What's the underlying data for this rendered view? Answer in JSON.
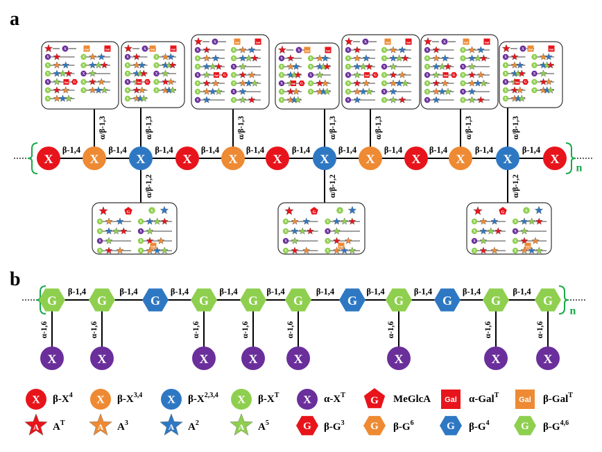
{
  "panel_a": {
    "label": "a",
    "repeat": "n",
    "backbone": [
      {
        "letter": "X",
        "kind": "red"
      },
      {
        "letter": "X",
        "kind": "orange"
      },
      {
        "letter": "X",
        "kind": "blue"
      },
      {
        "letter": "X",
        "kind": "red"
      },
      {
        "letter": "X",
        "kind": "orange"
      },
      {
        "letter": "X",
        "kind": "red"
      },
      {
        "letter": "X",
        "kind": "blue"
      },
      {
        "letter": "X",
        "kind": "orange"
      },
      {
        "letter": "X",
        "kind": "red"
      },
      {
        "letter": "X",
        "kind": "orange"
      },
      {
        "letter": "X",
        "kind": "blue"
      },
      {
        "letter": "X",
        "kind": "red"
      }
    ],
    "linkage": "β-1,4",
    "up_linkage": "α/β-1,3",
    "down_linkage": "α/β-1,2",
    "box_labels": [
      "X",
      "Gal",
      "G"
    ]
  },
  "panel_b": {
    "label": "b",
    "repeat": "n",
    "backbone": [
      {
        "letter": "G",
        "kind": "green",
        "branch": true
      },
      {
        "letter": "G",
        "kind": "green",
        "branch": true
      },
      {
        "letter": "G",
        "kind": "blue",
        "branch": false
      },
      {
        "letter": "G",
        "kind": "green",
        "branch": true
      },
      {
        "letter": "G",
        "kind": "green",
        "branch": true
      },
      {
        "letter": "G",
        "kind": "green",
        "branch": true
      },
      {
        "letter": "G",
        "kind": "blue",
        "branch": false
      },
      {
        "letter": "G",
        "kind": "green",
        "branch": true
      },
      {
        "letter": "G",
        "kind": "blue",
        "branch": false
      },
      {
        "letter": "G",
        "kind": "green",
        "branch": true
      },
      {
        "letter": "G",
        "kind": "green",
        "branch": true
      }
    ],
    "linkage": "β-1,4",
    "branch_linkage": "α-1,6",
    "branch_letter": "X"
  },
  "legend": {
    "row1": [
      {
        "sym": "X",
        "shape": "circle",
        "color": "#e8141b",
        "label": "β-X",
        "sup": "4"
      },
      {
        "sym": "X",
        "shape": "circle",
        "color": "#ee8a33",
        "label": "β-X",
        "sup": "3,4"
      },
      {
        "sym": "X",
        "shape": "circle",
        "color": "#2e78c3",
        "label": "β-X",
        "sup": "2,3,4"
      },
      {
        "sym": "X",
        "shape": "circle",
        "color": "#8fcf4f",
        "label": "β-X",
        "sup": "T"
      },
      {
        "sym": "X",
        "shape": "circle",
        "color": "#6a2f9b",
        "label": "α-X",
        "sup": "T"
      },
      {
        "sym": "G",
        "shape": "pentagon",
        "color": "#e8141b",
        "label": "MeGlcA",
        "sup": ""
      },
      {
        "sym": "Gal",
        "shape": "square",
        "color": "#e8141b",
        "label": "α-Gal",
        "sup": "T"
      },
      {
        "sym": "Gal",
        "shape": "square",
        "color": "#ee8a33",
        "label": "β-Gal",
        "sup": "T"
      }
    ],
    "row2": [
      {
        "sym": "A",
        "shape": "star",
        "color": "#e8141b",
        "label": "A",
        "sup": "T"
      },
      {
        "sym": "A",
        "shape": "star",
        "color": "#ee8a33",
        "label": "A",
        "sup": "3"
      },
      {
        "sym": "A",
        "shape": "star",
        "color": "#2e78c3",
        "label": "A",
        "sup": "2"
      },
      {
        "sym": "A",
        "shape": "star",
        "color": "#8fcf4f",
        "label": "A",
        "sup": "5"
      },
      {
        "sym": "G",
        "shape": "hexagon",
        "color": "#e8141b",
        "label": "β-G",
        "sup": "3"
      },
      {
        "sym": "G",
        "shape": "hexagon",
        "color": "#ee8a33",
        "label": "β-G",
        "sup": "6"
      },
      {
        "sym": "G",
        "shape": "hexagon",
        "color": "#2e78c3",
        "label": "β-G",
        "sup": "4"
      },
      {
        "sym": "G",
        "shape": "hexagon",
        "color": "#8fcf4f",
        "label": "β-G",
        "sup": "4,6"
      }
    ]
  },
  "colors": {
    "red": "#e8141b",
    "orange": "#ee8a33",
    "blue": "#2e78c3",
    "green": "#8fcf4f",
    "purple": "#6a2f9b",
    "repeat": "#19a84a"
  }
}
